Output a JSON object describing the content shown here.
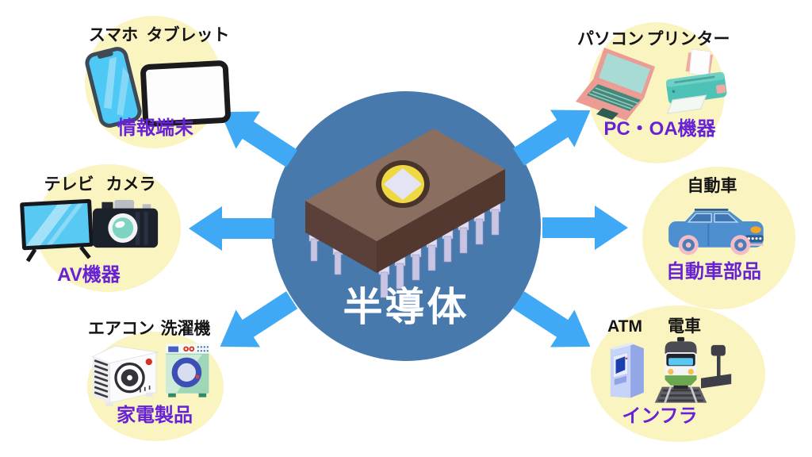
{
  "center": {
    "label": "半導体",
    "icon": "semiconductor-chip-icon"
  },
  "clusters": [
    {
      "id": "info-terminal",
      "caption": "情報端末",
      "items": [
        "スマホ",
        "タブレット"
      ],
      "icons": [
        "smartphone-icon",
        "tablet-icon"
      ]
    },
    {
      "id": "av-equipment",
      "caption": "AV機器",
      "items": [
        "テレビ",
        "カメラ"
      ],
      "icons": [
        "tv-icon",
        "camera-icon"
      ]
    },
    {
      "id": "home-appliances",
      "caption": "家電製品",
      "items": [
        "エアコン",
        "洗濯機"
      ],
      "icons": [
        "air-conditioner-icon",
        "washing-machine-icon"
      ]
    },
    {
      "id": "pc-oa-equipment",
      "caption": "PC・OA機器",
      "items": [
        "パソコン",
        "プリンター"
      ],
      "icons": [
        "laptop-icon",
        "printer-icon"
      ]
    },
    {
      "id": "auto-parts",
      "caption": "自動車部品",
      "items": [
        "自動車"
      ],
      "icons": [
        "car-icon"
      ]
    },
    {
      "id": "infrastructure",
      "caption": "インフラ",
      "items": [
        "ATM",
        "電車"
      ],
      "icons": [
        "atm-icon",
        "train-icon"
      ]
    }
  ],
  "arrows": [
    "up-left",
    "left",
    "down-left",
    "up-right",
    "right",
    "down-right"
  ],
  "colors": {
    "background": "#ffffff",
    "cluster_circle": "#faf4c0",
    "center_circle": "#4879ac",
    "arrow": "#3fa9f5",
    "caption_text": "#6822d6",
    "item_text": "#141414",
    "center_text": "#ffffff"
  }
}
